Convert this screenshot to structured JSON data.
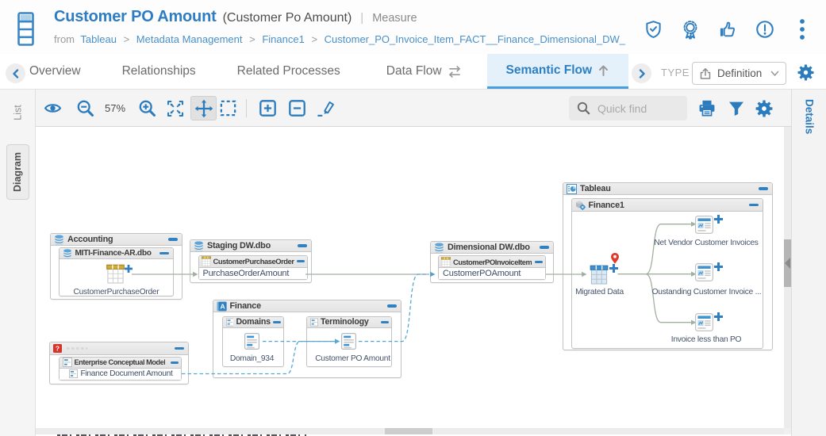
{
  "colors": {
    "accent": "#2e7ec1",
    "link": "#4a90c8",
    "active_tab_bg": "#e4f0fa",
    "active_tab_underline": "#47a0dd",
    "solid_edge": "#a2b0a0",
    "dashed_edge": "#58a7d2"
  },
  "header": {
    "title": "Customer PO Amount",
    "subtitle": "(Customer Po Amount)",
    "divider": "|",
    "object_type": "Measure",
    "breadcrumb": {
      "prefix": "from",
      "separator": ">",
      "items": [
        "Tableau",
        "Metadata Management",
        "Finance1",
        "Customer_PO_Invoice_Item_FACT__Finance_Dimensional_DW_"
      ]
    },
    "action_icons": [
      "verified-shield",
      "certification-badge",
      "thumbs-up",
      "alert",
      "more-options"
    ]
  },
  "tabbar": {
    "tabs": [
      {
        "label": "Overview"
      },
      {
        "label": "Relationships"
      },
      {
        "label": "Related Processes"
      },
      {
        "label": "Data Flow",
        "icon": "data-flow-arrows"
      },
      {
        "label": "Semantic Flow",
        "icon": "arrow-up",
        "active": true
      }
    ],
    "type_label": "TYPE",
    "view_select": {
      "value": "Definition",
      "icon": "export"
    }
  },
  "toolbar": {
    "zoom_level": "57%",
    "quick_find_placeholder": "Quick find",
    "icons": [
      "visibility",
      "zoom-out",
      "zoom-in",
      "fit-to-screen",
      "pan",
      "marquee-select",
      "expand-all",
      "collapse-all",
      "highlight",
      "print",
      "filter",
      "settings"
    ]
  },
  "left_panel": {
    "list_tab": "List",
    "diagram_tab": "Diagram"
  },
  "right_panel": {
    "details_tab": "Details"
  },
  "diagram": {
    "accounting": {
      "title": "Accounting",
      "sub": "MITI-Finance-AR.dbo",
      "node": "CustomerPurchaseOrder"
    },
    "staging": {
      "title": "Staging DW.dbo",
      "sub": "CustomerPurchaseOrder",
      "row": "PurchaseOrderAmount"
    },
    "dimensional": {
      "title": "Dimensional DW.dbo",
      "sub": "CustomerPOInvoiceItem",
      "row": "CustomerPOAmount"
    },
    "finance": {
      "title": "Finance",
      "domains": {
        "title": "Domains",
        "node": "Domain_934"
      },
      "terminology": {
        "title": "Terminology",
        "node": "Customer PO Amount"
      }
    },
    "enterprise": {
      "title": "",
      "sub": "Enterprise Conceptual Model",
      "row": "Finance Document Amount"
    },
    "tableau": {
      "title": "Tableau",
      "sub": "Finance1",
      "source_node": "Migrated Data",
      "reports": [
        "Net Vendor Customer Invoices",
        "Oustanding Customer Invoice ...",
        "Invoice less than PO"
      ]
    }
  }
}
